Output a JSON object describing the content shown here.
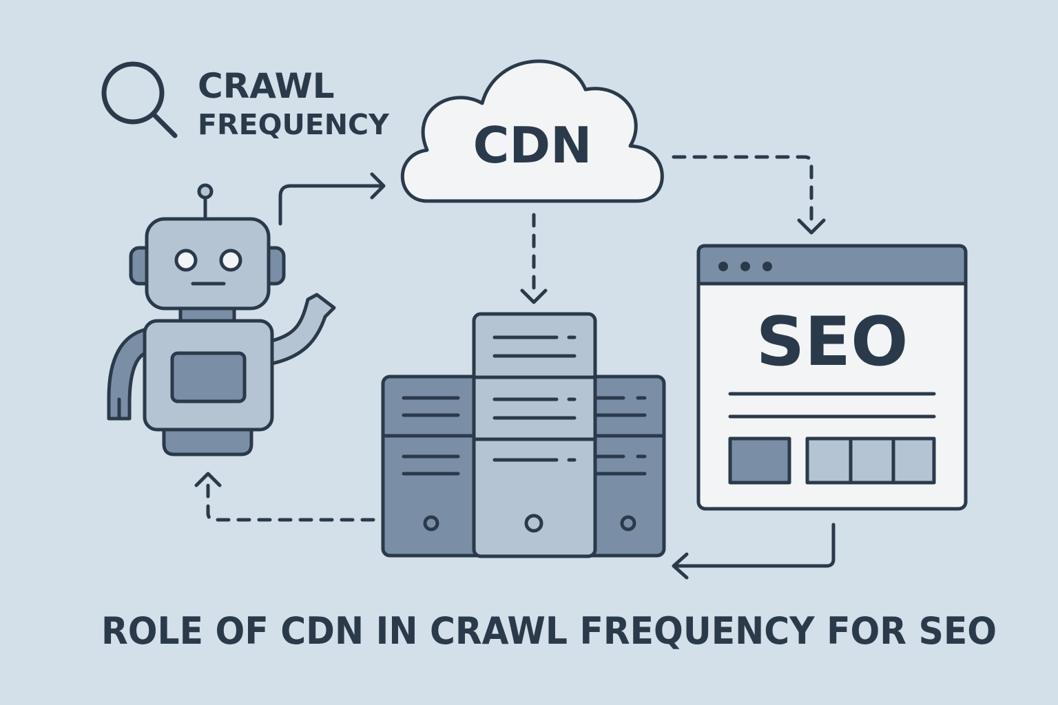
{
  "header": {
    "line1": "CRAWL",
    "line2": "FREQUENCY"
  },
  "cloud": {
    "label": "CDN"
  },
  "browser": {
    "label": "SEO"
  },
  "caption": "ROLE OF CDN IN CRAWL FREQUENCY FOR SEO",
  "colors": {
    "background": "#d3dfe9",
    "ink": "#2b3a4a",
    "panel_light": "#f2f4f6",
    "fill_mid": "#b5c4d3",
    "fill_dark": "#7a8fa6"
  }
}
